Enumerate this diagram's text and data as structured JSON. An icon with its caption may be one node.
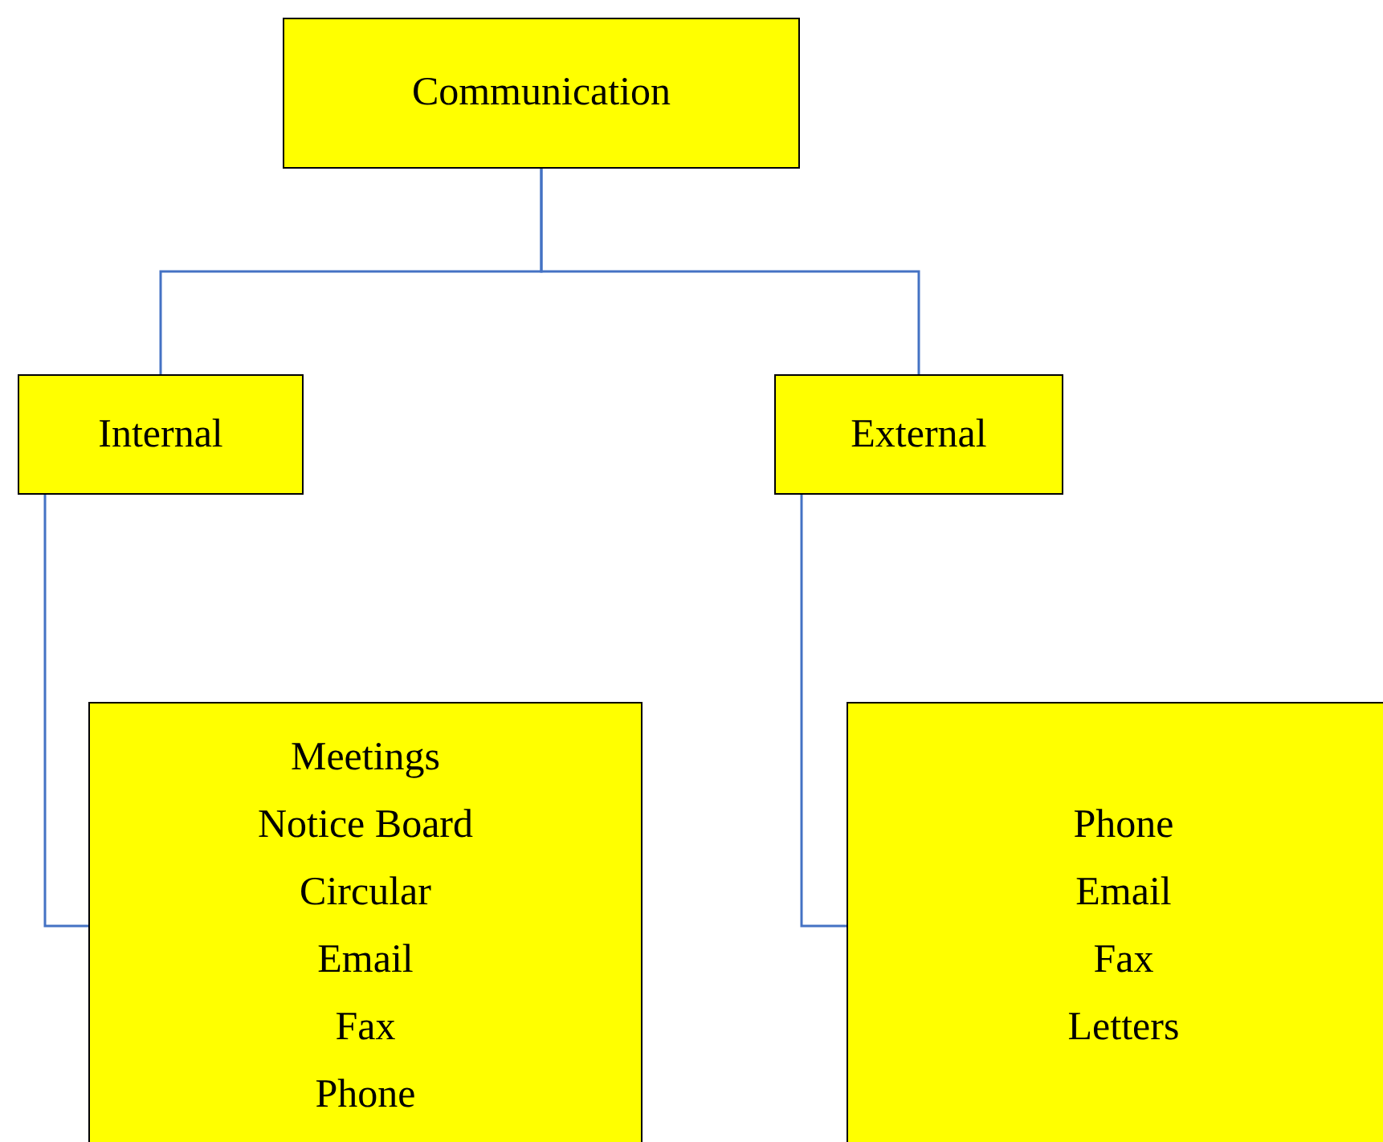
{
  "diagram": {
    "nodes": [
      {
        "text": [
          "Communication"
        ]
      },
      {
        "text": [
          "Internal"
        ]
      },
      {
        "text": [
          "External"
        ]
      },
      {
        "text": [
          "Meetings",
          "Notice Board",
          "Circular",
          "Email",
          "Fax",
          "Phone"
        ]
      },
      {
        "text": [
          "Phone",
          "Email",
          "Fax",
          "Letters"
        ]
      }
    ],
    "edges": [
      {
        "from": 0,
        "to": 1,
        "arrow": "none"
      },
      {
        "from": 0,
        "to": 2,
        "arrow": "none"
      },
      {
        "from": 1,
        "to": 3,
        "arrow": "none"
      },
      {
        "from": 2,
        "to": 4,
        "arrow": "none"
      }
    ]
  }
}
